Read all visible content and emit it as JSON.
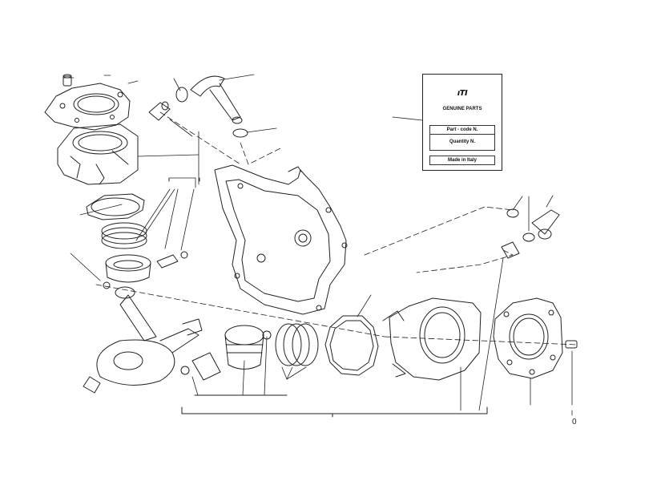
{
  "parts_card": {
    "logo": "ıTI",
    "title": "GENUINE PARTS",
    "part_code_label": "Part - code N.",
    "quantity_label": "Quantity N.",
    "made_in_label": "Made in Italy"
  },
  "callouts": {
    "bottom_right_ref": "0"
  }
}
